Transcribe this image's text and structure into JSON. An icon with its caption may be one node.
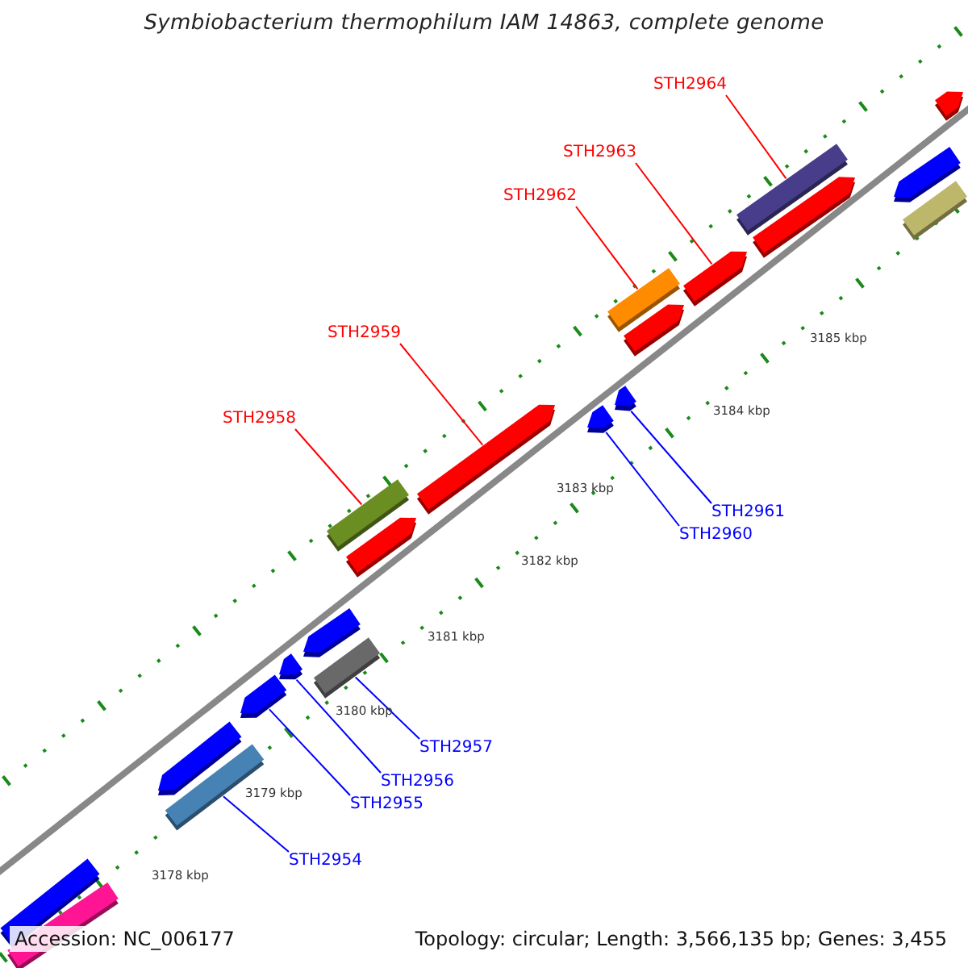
{
  "diagram": {
    "title": "Symbiobacterium thermophilum IAM 14863, complete genome",
    "nodes": [
      {
        "text": [
          "STH2964"
        ]
      },
      {
        "text": [
          "STH2963"
        ]
      },
      {
        "text": [
          "STH2962"
        ]
      },
      {
        "text": [
          "STH2959"
        ]
      },
      {
        "text": [
          "STH2958"
        ]
      },
      {
        "text": [
          "STH2961"
        ]
      },
      {
        "text": [
          "STH2960"
        ]
      },
      {
        "text": [
          "STH2957"
        ]
      },
      {
        "text": [
          "STH2956"
        ]
      },
      {
        "text": [
          "STH2955"
        ]
      },
      {
        "text": [
          "STH2954"
        ]
      },
      {
        "text": [],
        "shape": "bar"
      },
      {
        "text": [],
        "shape": "bar"
      },
      {
        "text": [],
        "shape": "arrow"
      },
      {
        "text": [],
        "shape": "bar"
      },
      {
        "text": [],
        "shape": "arrow"
      },
      {
        "text": [],
        "shape": "arrow"
      },
      {
        "text": [],
        "shape": "arrow"
      },
      {
        "text": [],
        "shape": "bar"
      },
      {
        "text": [],
        "shape": "bar"
      },
      {
        "text": [],
        "shape": "arrow"
      },
      {
        "text": [],
        "shape": "arrow"
      },
      {
        "text": [],
        "shape": "arrow"
      },
      {
        "text": [],
        "shape": "arrow"
      },
      {
        "text": [],
        "shape": "bar"
      },
      {
        "text": [],
        "shape": "arrow"
      },
      {
        "text": [],
        "shape": "arrow"
      },
      {
        "text": [],
        "shape": "bar"
      },
      {
        "text": [],
        "shape": "arrow"
      },
      {
        "text": [],
        "shape": "arrow"
      },
      {
        "text": [],
        "shape": "bar"
      },
      {
        "text": [],
        "shape": "arrow"
      }
    ],
    "edges": [
      {
        "from": 0,
        "to": 27,
        "arrow": "none",
        "color": "#ff0000"
      },
      {
        "from": 1,
        "to": 26,
        "arrow": "none",
        "color": "#ff0000"
      },
      {
        "from": 2,
        "to": 24,
        "arrow": "none",
        "color": "#ff0000"
      },
      {
        "from": 3,
        "to": 21,
        "arrow": "none",
        "color": "#ff0000"
      },
      {
        "from": 4,
        "to": 19,
        "arrow": "none",
        "color": "#ff0000"
      },
      {
        "from": 5,
        "to": 23,
        "arrow": "none"
      },
      {
        "from": 6,
        "to": 22,
        "arrow": "none"
      },
      {
        "from": 7,
        "to": 18,
        "arrow": "none"
      },
      {
        "from": 8,
        "to": 16,
        "arrow": "none"
      },
      {
        "from": 9,
        "to": 15,
        "arrow": "none"
      },
      {
        "from": 10,
        "to": 14,
        "arrow": "none"
      }
    ],
    "labels": [
      "3185 kbp",
      "3184 kbp",
      "3183 kbp",
      "3182 kbp",
      "3181 kbp",
      "3180 kbp",
      "3179 kbp",
      "3178 kbp",
      "Accession: NC_006177",
      "Topology: circular; Length: 3,566,135 bp; Genes: 3,455"
    ]
  }
}
